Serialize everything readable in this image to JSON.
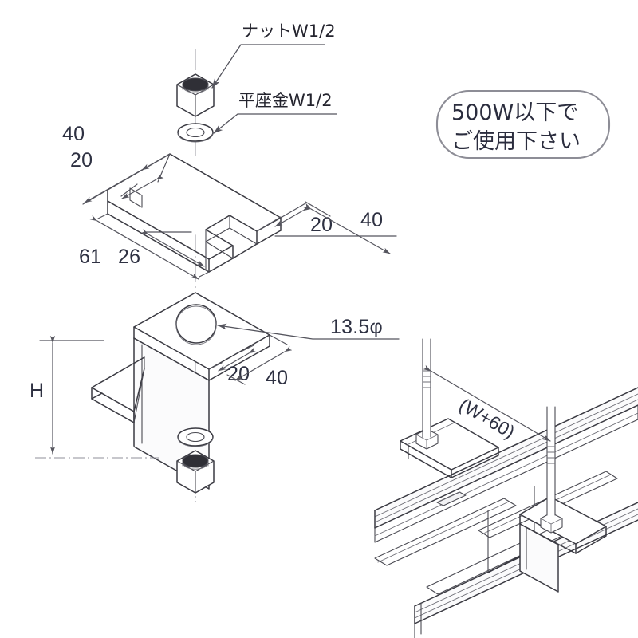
{
  "document": {
    "kind": "technical-drawing",
    "title_visible": false,
    "background_color": "#ffffff",
    "line_color": "#3a3a42",
    "dimension_text_color": "#2e3142",
    "label_text_color": "#24242e"
  },
  "callout": {
    "name": "wattage-notice",
    "line1": "500W以下で",
    "line2": "ご使用下さい",
    "border_color": "#8d8d96",
    "text_color": "#2b2d3e"
  },
  "part_labels": [
    {
      "id": "nut",
      "text": "ナットW1/2"
    },
    {
      "id": "washer",
      "text": "平座金W1/2"
    }
  ],
  "dimensions": {
    "top_plate": [
      {
        "id": "plate-width-40",
        "value": "40"
      },
      {
        "id": "plate-inset-20",
        "value": "20"
      },
      {
        "id": "plate-length-61",
        "value": "61"
      },
      {
        "id": "plate-slot-26",
        "value": "26"
      },
      {
        "id": "plate-right-20",
        "value": "20"
      },
      {
        "id": "plate-right-40",
        "value": "40"
      }
    ],
    "bracket": [
      {
        "id": "bracket-hole-20",
        "value": "20"
      },
      {
        "id": "bracket-width-40",
        "value": "40"
      },
      {
        "id": "bracket-height-h",
        "value": "H"
      }
    ],
    "hole_note": {
      "id": "hole-diameter",
      "value": "13.5φ"
    }
  },
  "install_view": {
    "name": "installation-isometric",
    "rod_span_label": "(W+60)"
  }
}
